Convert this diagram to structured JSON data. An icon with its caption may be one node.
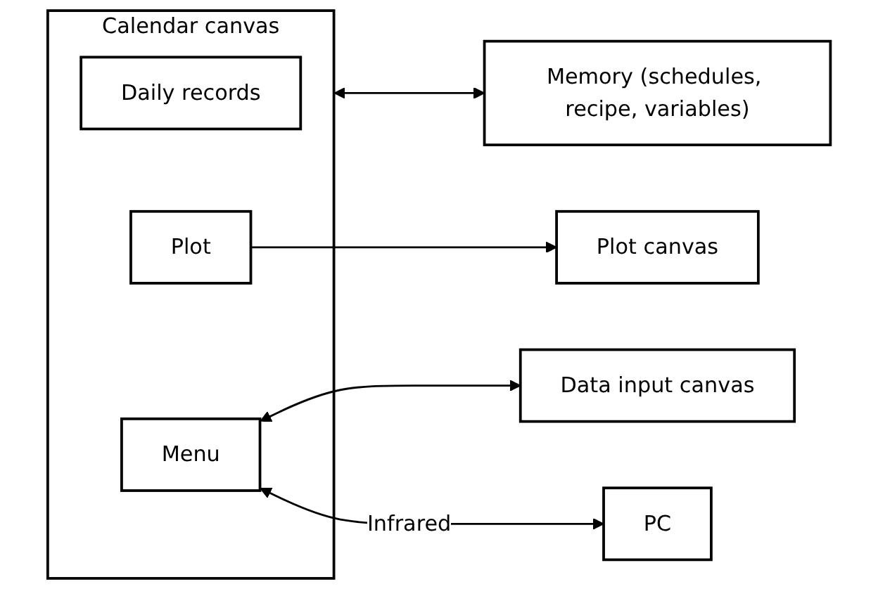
{
  "diagram": {
    "nodes": [
      {
        "text": [
          "Calendar canvas"
        ]
      },
      {
        "text": [
          "Daily records"
        ],
        "in": 0
      },
      {
        "text": [
          "Plot"
        ],
        "in": 0
      },
      {
        "text": [
          "Menu"
        ],
        "in": 0
      },
      {
        "text": [
          "Memory (schedules, recipe, variables)"
        ]
      },
      {
        "text": [
          "Plot canvas"
        ]
      },
      {
        "text": [
          "Data input canvas"
        ]
      },
      {
        "text": [
          "PC"
        ]
      }
    ],
    "edges": [
      {
        "from": 0,
        "to": 4,
        "arrow": "both"
      },
      {
        "from": 2,
        "to": 5,
        "arrow": "to"
      },
      {
        "from": 3,
        "to": 6,
        "arrow": "both"
      },
      {
        "from": 3,
        "to": 7,
        "arrow": "both",
        "label": "Infrared"
      }
    ]
  }
}
